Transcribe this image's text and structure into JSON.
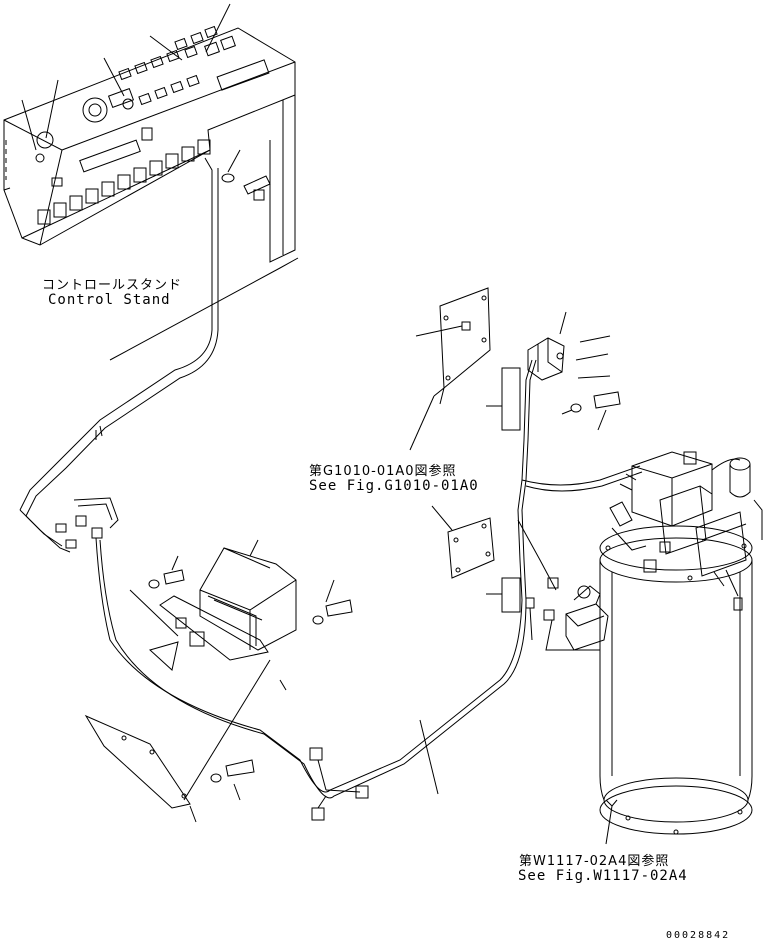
{
  "labels": {
    "control_stand_jp": "コントロールスタンド",
    "control_stand_en": "Control Stand",
    "ref_g1010_jp": "第G1010-01A0図参照",
    "ref_g1010_en": "See Fig.G1010-01A0",
    "ref_w1117_jp": "第W1117-02A4図参照",
    "ref_w1117_en": "See Fig.W1117-02A4",
    "document_number": "00028842"
  }
}
